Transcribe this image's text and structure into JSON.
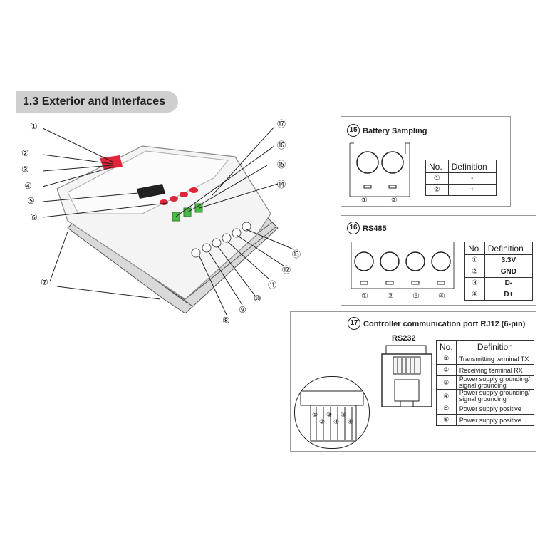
{
  "section_title": "1.3 Exterior and Interfaces",
  "callouts": [
    "①",
    "②",
    "③",
    "④",
    "⑤",
    "⑥",
    "⑦",
    "⑧",
    "⑨",
    "⑩",
    "⑪",
    "⑫",
    "⑬",
    "⑭",
    "⑮",
    "⑯",
    "⑰"
  ],
  "battery": {
    "num": "15",
    "title": "Battery Sampling",
    "header": [
      "No.",
      "Definition"
    ],
    "rows": [
      [
        "①",
        "-"
      ],
      [
        "②",
        "+"
      ]
    ],
    "terminals": [
      "①",
      "②"
    ]
  },
  "rs485": {
    "num": "16",
    "title": "RS485",
    "header": [
      "No",
      "Definition"
    ],
    "rows": [
      [
        "①",
        "3.3V"
      ],
      [
        "②",
        "GND"
      ],
      [
        "③",
        "D-"
      ],
      [
        "④",
        "D+"
      ]
    ],
    "terminals": [
      "①",
      "②",
      "③",
      "④"
    ]
  },
  "rj12": {
    "num": "17",
    "title": "Controller communication port RJ12 (6-pin)",
    "port_label": "RS232",
    "header": [
      "No.",
      "Definition"
    ],
    "rows": [
      [
        "①",
        "Transmitting terminal TX"
      ],
      [
        "②",
        "Receiving terminal RX"
      ],
      [
        "③",
        "Power supply grounding/ signal grounding"
      ],
      [
        "④",
        "Power supply grounding/ signal grounding"
      ],
      [
        "⑤",
        "Power supply positive"
      ],
      [
        "⑥",
        "Power supply positive"
      ]
    ],
    "pins": [
      "①",
      "②",
      "③",
      "④",
      "⑤",
      "⑥"
    ]
  },
  "colors": {
    "title_bg": "#cfcfcf",
    "accent_red": "#e0243a",
    "terminal_green": "#4cb848",
    "panel_border": "#9a9a9a"
  }
}
